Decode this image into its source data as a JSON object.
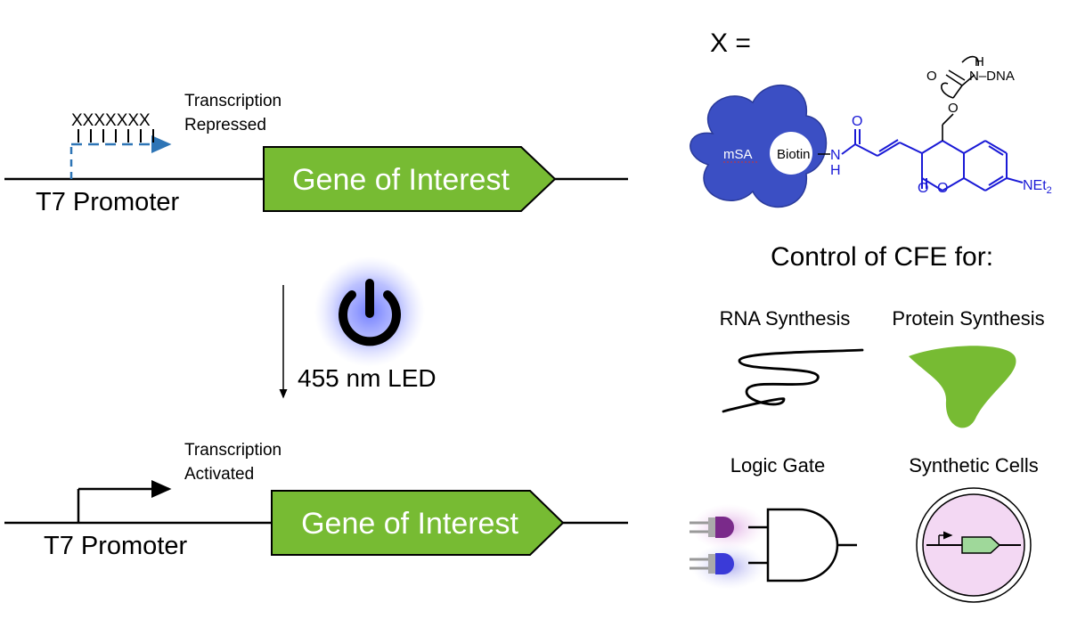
{
  "top_construct": {
    "x_labels": "XXXXXXX",
    "status_line1": "Transcription",
    "status_line2": "Repressed",
    "promoter_label": "T7 Promoter",
    "gene_label": "Gene of Interest"
  },
  "light": {
    "label": "455 nm LED",
    "glow_color": "#6b78ff"
  },
  "bottom_construct": {
    "status_line1": "Transcription",
    "status_line2": "Activated",
    "promoter_label": "T7 Promoter",
    "gene_label": "Gene of Interest"
  },
  "chemistry": {
    "x_equals": "X =",
    "msa_label": "mSA",
    "biotin_label": "Biotin",
    "n_label": "N",
    "h_label": "H",
    "o_label": "O",
    "dna_label": "N–DNA",
    "amine_label": "NEt",
    "amine_subscript": "2"
  },
  "applications": {
    "title": "Control of CFE for:",
    "rna": "RNA Synthesis",
    "protein": "Protein Synthesis",
    "logic": "Logic Gate",
    "cells": "Synthetic Cells"
  },
  "colors": {
    "gene_green": "#77bb33",
    "promoter_blue": "#2e75b6",
    "msa_blue": "#3b4fc4",
    "chem_blue": "#1a1ad6",
    "cell_pink": "#f3d8f3",
    "led_purple": "#7a2a8a",
    "led_blue": "#3a3ad8"
  }
}
